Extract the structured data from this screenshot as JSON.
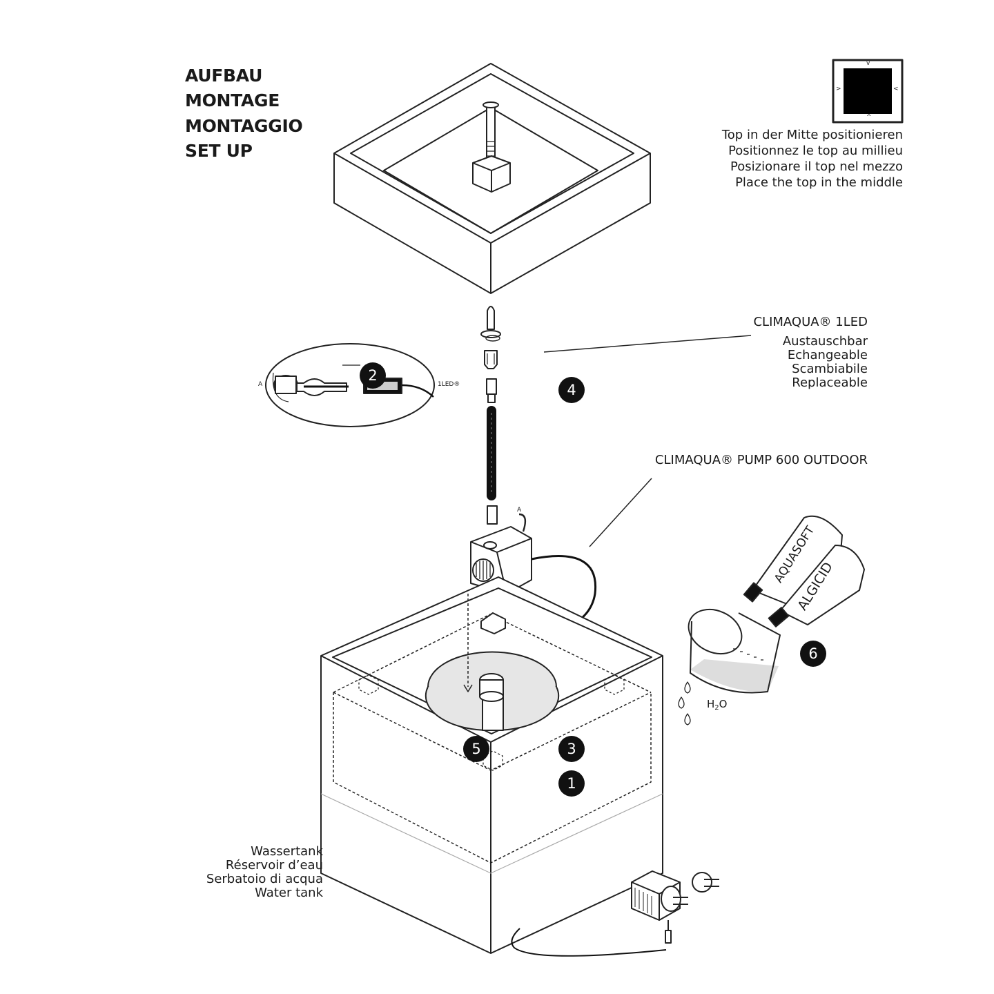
{
  "title_lines": [
    "AUFBAU",
    "MONTAGE",
    "MONTAGGIO",
    "SET UP"
  ],
  "top_note": {
    "marks": [
      "v",
      ">",
      "<",
      "^"
    ],
    "lines": [
      "Top in der Mitte positionieren",
      "Positionnez le top au millieu",
      "Posizionare il top nel mezzo",
      "Place the top in the middle"
    ]
  },
  "led": {
    "name": "CLIMAQUA® 1LED",
    "lines": [
      "Austauschbar",
      "Echangeable",
      "Scambiabile",
      "Replaceable"
    ]
  },
  "pump": {
    "name": "CLIMAQUA® PUMP 600 OUTDOOR"
  },
  "detail": {
    "label_a": "A",
    "label_led": "1LED®"
  },
  "pump_a_label": "A",
  "bottles": [
    "AQUASOFT",
    "ALGICID"
  ],
  "water": {
    "h": "H",
    "sub": "2",
    "o": "O"
  },
  "tank": {
    "lines": [
      "Wassertank",
      "Réservoir d’eau",
      "Serbatoio di acqua",
      "Water tank"
    ]
  },
  "steps": [
    "1",
    "2",
    "3",
    "4",
    "5",
    "6"
  ]
}
